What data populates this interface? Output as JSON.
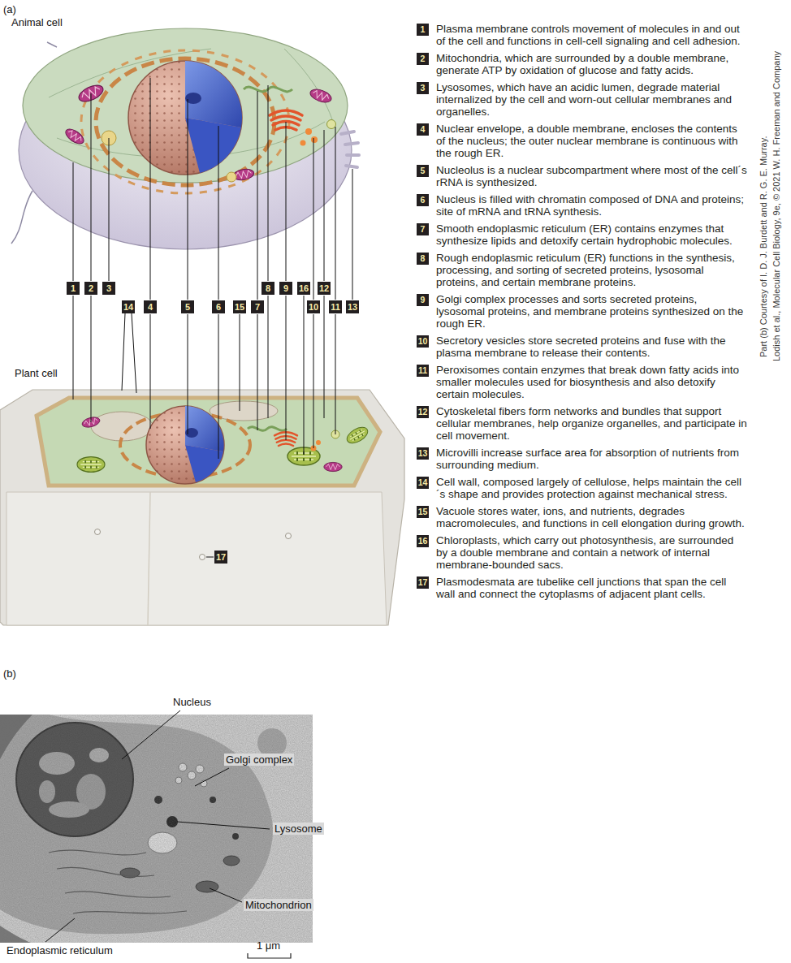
{
  "diagram": {
    "nodes": [
      {
        "text": [
          "1"
        ]
      },
      {
        "text": [
          "2"
        ]
      },
      {
        "text": [
          "3"
        ]
      },
      {
        "text": [
          "8"
        ]
      },
      {
        "text": [
          "9"
        ]
      },
      {
        "text": [
          "16"
        ]
      },
      {
        "text": [
          "12"
        ]
      },
      {
        "text": [
          "14"
        ]
      },
      {
        "text": [
          "4"
        ]
      },
      {
        "text": [
          "5"
        ]
      },
      {
        "text": [
          "6"
        ]
      },
      {
        "text": [
          "15"
        ]
      },
      {
        "text": [
          "7"
        ]
      },
      {
        "text": [
          "10"
        ]
      },
      {
        "text": [
          "11"
        ]
      },
      {
        "text": [
          "13"
        ]
      },
      {
        "text": [
          "17"
        ]
      },
      {
        "text": [
          "1",
          "Plasma membrane controls movement of molecules in and out of the cell and functions in cell-cell signaling and cell adhesion."
        ]
      },
      {
        "text": [
          "2",
          "Mitochondria, which are surrounded by a double membrane, generate ATP by oxidation of glucose and fatty acids."
        ]
      },
      {
        "text": [
          "3",
          "Lysosomes, which have an acidic lumen, degrade material internalized by the cell and worn-out cellular membranes and organelles."
        ]
      },
      {
        "text": [
          "4",
          "Nuclear envelope, a double membrane, encloses the contents of the nucleus; the outer nuclear membrane is continuous with the rough ER."
        ]
      },
      {
        "text": [
          "5",
          "Nucleolus is a nuclear subcompartment where most of the cell´s rRNA is synthesized."
        ]
      },
      {
        "text": [
          "6",
          "Nucleus is filled with chromatin composed of DNA and proteins; site of mRNA and tRNA synthesis."
        ]
      },
      {
        "text": [
          "7",
          "Smooth endoplasmic reticulum (ER) contains enzymes that synthesize lipids and detoxify certain hydrophobic molecules."
        ]
      },
      {
        "text": [
          "8",
          "Rough endoplasmic reticulum (ER) functions in the synthesis, processing, and sorting of secreted proteins, lysosomal proteins, and certain membrane proteins."
        ]
      },
      {
        "text": [
          "9",
          "Golgi complex processes and sorts secreted proteins, lysosomal proteins, and membrane proteins synthesized on the rough ER."
        ]
      },
      {
        "text": [
          "10",
          "Secretory vesicles store secreted proteins and fuse with the plasma membrane to release their contents."
        ]
      },
      {
        "text": [
          "11",
          "Peroxisomes contain enzymes that break down fatty acids into smaller molecules used for biosynthesis and also detoxify certain molecules."
        ]
      },
      {
        "text": [
          "12",
          "Cytoskeletal fibers form networks and bundles that support cellular membranes, help organize organelles, and participate in cell movement."
        ]
      },
      {
        "text": [
          "13",
          "Microvilli increase surface area for absorption of nutrients from surrounding medium."
        ]
      },
      {
        "text": [
          "14",
          "Cell wall, composed largely of cellulose, helps maintain the cell´s shape and provides protection against mechanical stress."
        ]
      },
      {
        "text": [
          "15",
          "Vacuole stores water, ions, and nutrients, degrades macromolecules, and functions in cell elongation during growth."
        ]
      },
      {
        "text": [
          "16",
          "Chloroplasts, which carry out photosynthesis, are surrounded by a double membrane and contain a network of internal membrane-bounded sacs."
        ]
      },
      {
        "text": [
          "17",
          "Plasmodesmata are tubelike cell junctions that span the cell wall and connect the cytoplasms of adjacent plant cells."
        ]
      }
    ],
    "labels": [
      "(a)",
      "Animal cell",
      "Plant cell",
      "(b)",
      "Nucleus",
      "Golgi complex",
      "Lysosome",
      "Mitochondrion",
      "Endoplasmic reticulum",
      "1 μm",
      "Part (b) Courtesy of I. D. J. Burdett and R. G. E. Murray.",
      "Lodish et al., Molecular Cell Biology, 9e, © 2021 W. H. Freeman and Company"
    ]
  }
}
